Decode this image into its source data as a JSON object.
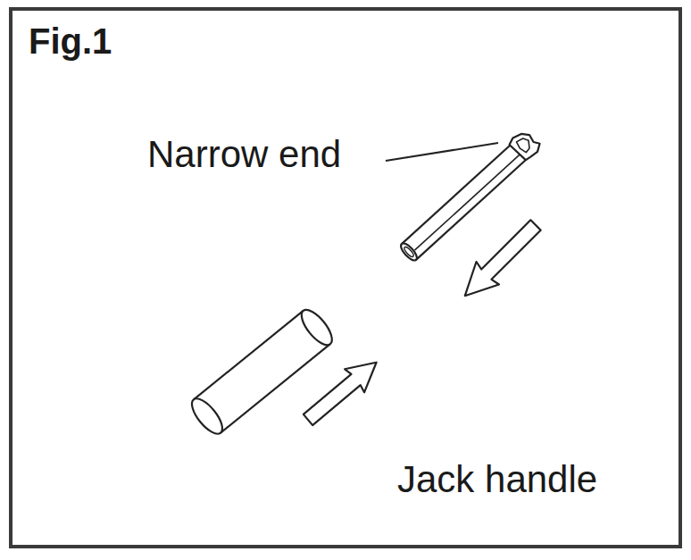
{
  "diagram": {
    "title": "Fig.1",
    "labels": [
      "Narrow end",
      "Jack handle"
    ]
  }
}
